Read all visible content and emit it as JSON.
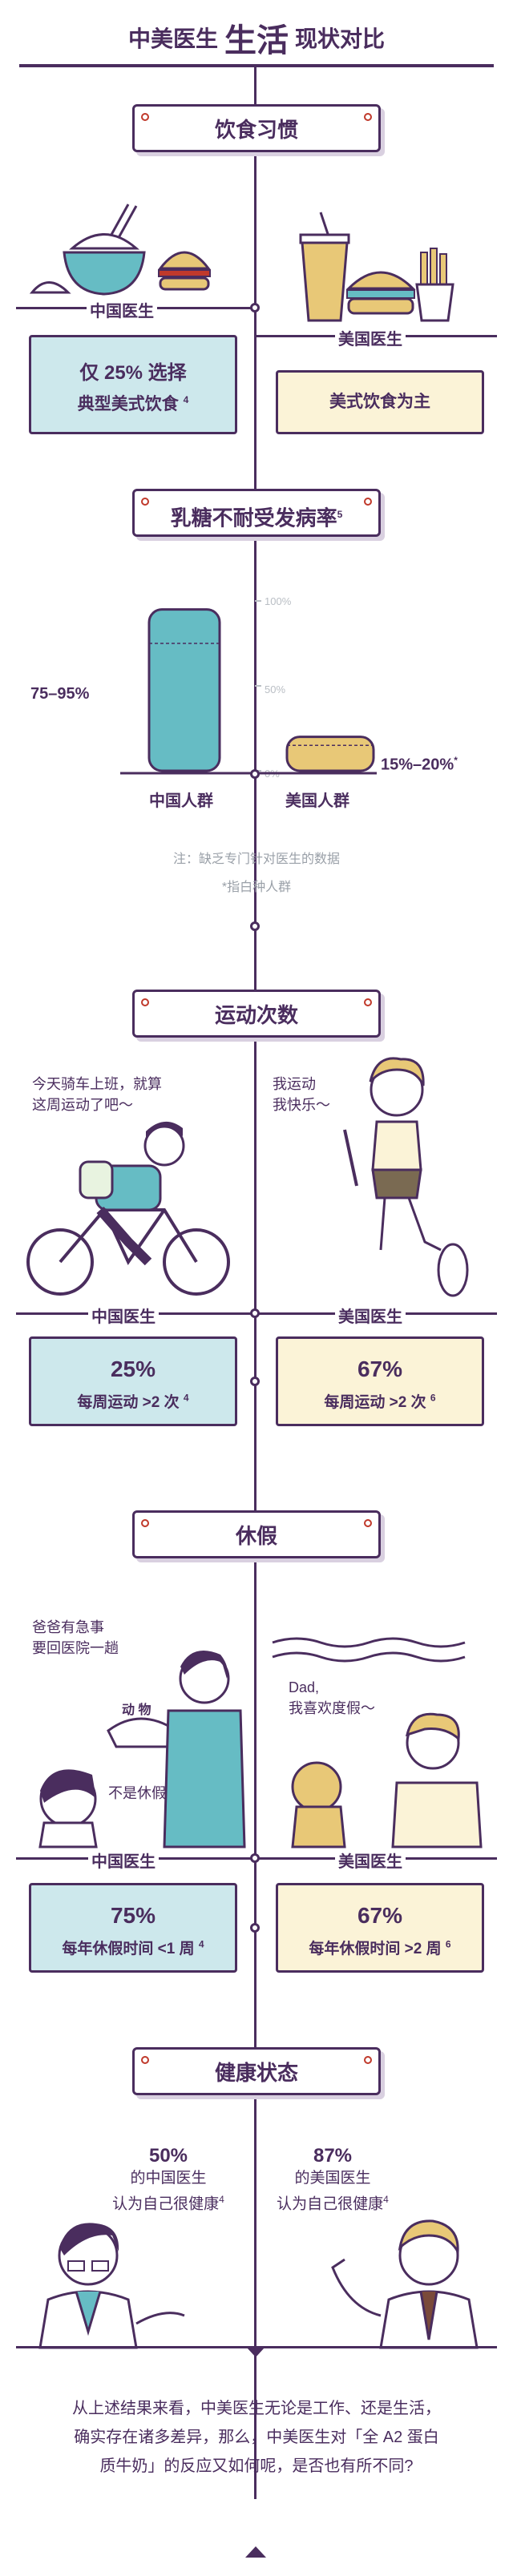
{
  "header": {
    "title_left": "中美医生",
    "title_mid": "生活",
    "title_right": "现状对比"
  },
  "diet": {
    "title": "饮食习惯",
    "cn_label": "中国医生",
    "us_label": "美国医生",
    "cn_text_1": "仅 25% 选择",
    "cn_text_2": "典型美式饮食",
    "cn_ref": "4",
    "us_text": "美式饮食为主"
  },
  "lactose": {
    "title": "乳糖不耐受发病率",
    "title_ref": "5",
    "left_value": "75–95%",
    "right_value": "15%–20%",
    "right_ref": "*",
    "ticks": [
      "100%",
      "50%",
      "0%"
    ],
    "cn_group": "中国人群",
    "us_group": "美国人群",
    "note_1": "注：缺乏专门针对医生的数据",
    "note_2": "*指白种人群"
  },
  "chart_data": {
    "type": "bar",
    "categories": [
      "中国人群",
      "美国人群"
    ],
    "ranges": [
      [
        75,
        95
      ],
      [
        15,
        20
      ]
    ],
    "ylim": [
      0,
      100
    ],
    "ytick_labels": [
      "0%",
      "50%",
      "100%"
    ],
    "value_labels": [
      "75–95%",
      "15%–20%*"
    ],
    "colors": [
      "#66bcc4",
      "#e8c877"
    ]
  },
  "exercise": {
    "title": "运动次数",
    "cn_speech_1": "今天骑车上班，就算",
    "cn_speech_2": "这周运动了吧～",
    "us_speech_1": "我运动",
    "us_speech_2": "我快乐～",
    "cn_label": "中国医生",
    "us_label": "美国医生",
    "cn_value": "25%",
    "cn_desc": "每周运动 >2 次",
    "cn_ref": "4",
    "us_value": "67%",
    "us_desc": "每周运动 >2 次",
    "us_ref": "6"
  },
  "vacation": {
    "title": "休假",
    "cn_speech_1": "爸爸有急事",
    "cn_speech_2": "要回医院一趟",
    "cn_kid": "不是休假嘛?",
    "zoo_sign": "动 物",
    "us_speech_1": "Dad,",
    "us_speech_2": "我喜欢度假～",
    "cn_label": "中国医生",
    "us_label": "美国医生",
    "cn_value": "75%",
    "cn_desc": "每年休假时间 <1 周",
    "cn_ref": "4",
    "us_value": "67%",
    "us_desc": "每年休假时间 >2 周",
    "us_ref": "6"
  },
  "health": {
    "title": "健康状态",
    "cn_value": "50%",
    "cn_line_1": "的中国医生",
    "cn_line_2": "认为自己很健康",
    "cn_ref": "4",
    "us_value": "87%",
    "us_line_1": "的美国医生",
    "us_line_2": "认为自己很健康",
    "us_ref": "4"
  },
  "conclusion": {
    "line_1": "从上述结果来看，中美医生无论是工作、还是生活，",
    "line_2": "确实存在诸多差异，那么，中美医生对「全 A2 蛋白",
    "line_3": "质牛奶」的反应又如何呢，是否也有所不同?"
  },
  "colors": {
    "purple": "#4a2d5e",
    "teal": "#66bcc4",
    "cn_box": "#cde8ec",
    "us_box": "#fbf3d7",
    "gold": "#e8c877"
  }
}
